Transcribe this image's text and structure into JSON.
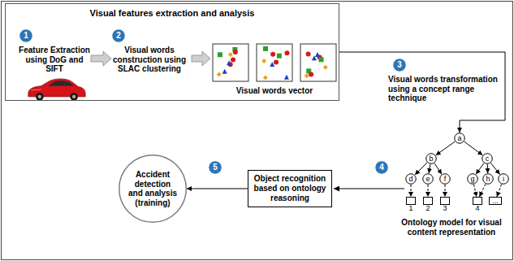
{
  "diagram": {
    "nodes": [
      {
        "text": [
          "Visual features extraction and analysis"
        ]
      },
      {
        "text": [
          "1"
        ],
        "in": 0
      },
      {
        "text": [
          "2"
        ],
        "in": 0
      },
      {
        "text": [
          "3"
        ]
      },
      {
        "text": [
          "a"
        ]
      },
      {
        "text": [
          "b"
        ]
      },
      {
        "text": [
          "c"
        ]
      },
      {
        "text": [
          "d"
        ]
      },
      {
        "text": [
          "e"
        ]
      },
      {
        "text": [
          "f"
        ]
      },
      {
        "text": [
          "g"
        ]
      },
      {
        "text": [
          "h"
        ]
      },
      {
        "text": [
          "i"
        ]
      },
      {
        "text": [
          "1"
        ]
      },
      {
        "text": [
          "2"
        ]
      },
      {
        "text": [
          "3"
        ]
      },
      {
        "text": [
          "4"
        ]
      },
      {
        "text": [
          "..."
        ]
      },
      {
        "text": [
          "4"
        ]
      },
      {
        "text": [
          "Object recognition based on ontology reasoning"
        ]
      },
      {
        "text": [
          "5"
        ]
      },
      {
        "text": [
          "Accident detection and analysis (training)"
        ]
      }
    ],
    "edges": [
      {
        "from": 0,
        "to": 4,
        "arrow": "to"
      },
      {
        "from": 4,
        "to": 5,
        "arrow": "to"
      },
      {
        "from": 4,
        "to": 6,
        "arrow": "to"
      },
      {
        "from": 5,
        "to": 7,
        "arrow": "to"
      },
      {
        "from": 5,
        "to": 8,
        "arrow": "to"
      },
      {
        "from": 5,
        "to": 9,
        "arrow": "to"
      },
      {
        "from": 6,
        "to": 10,
        "arrow": "to"
      },
      {
        "from": 6,
        "to": 11,
        "arrow": "to"
      },
      {
        "from": 6,
        "to": 12,
        "arrow": "to"
      },
      {
        "from": 7,
        "to": 13,
        "arrow": "to"
      },
      {
        "from": 8,
        "to": 14,
        "arrow": "to"
      },
      {
        "from": 9,
        "to": 15,
        "arrow": "to"
      },
      {
        "from": 10,
        "to": 16,
        "arrow": "to"
      },
      {
        "from": 11,
        "to": 16,
        "arrow": "to"
      },
      {
        "from": 12,
        "to": 17,
        "arrow": "to"
      },
      {
        "from": 19,
        "to": 21,
        "arrow": "to"
      }
    ],
    "labels": [
      "Feature Extraction using DoG and SIFT",
      "Visual words construction using SLAC clustering",
      "Visual words vector",
      "Visual words transformation using a concept range technique",
      "Ontology model for visual content representation"
    ]
  }
}
